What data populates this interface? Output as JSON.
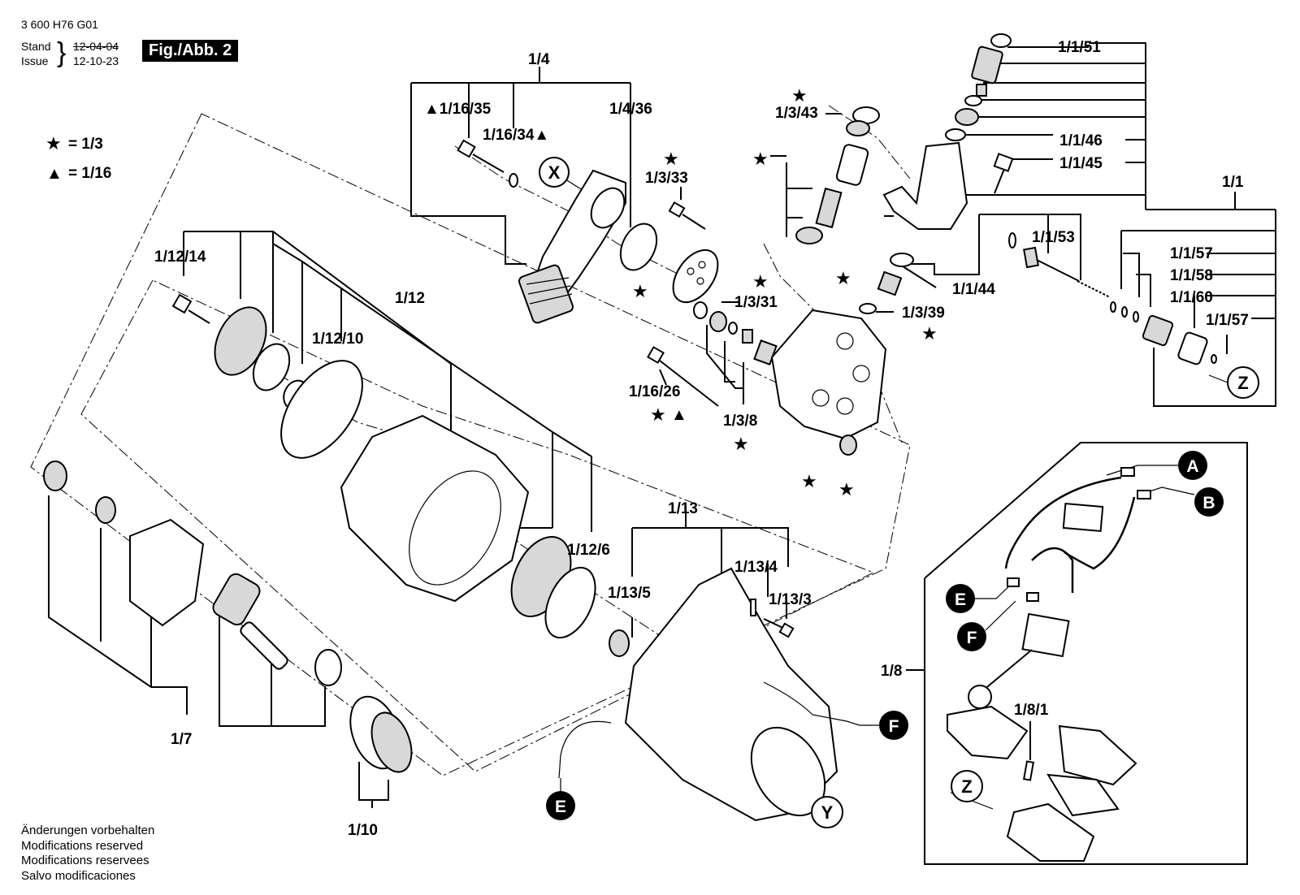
{
  "header": {
    "doc_number": "3 600 H76 G01",
    "stand_label": "Stand",
    "issue_label": "Issue",
    "stand_date": "12-04-04",
    "issue_date": "12-10-23",
    "figure_label": "Fig./Abb. 2"
  },
  "legend": {
    "star_symbol": "★",
    "star_value": "= 1/3",
    "triangle_symbol": "▲",
    "triangle_value": "= 1/16"
  },
  "labels": {
    "l_1_4": "1/4",
    "l_1_16_35": "▲1/16/35",
    "l_1_16_34": "1/16/34▲",
    "l_1_4_36": "1/4/36",
    "l_1_3_33": "1/3/33",
    "l_1_3_43": "1/3/43",
    "l_1_1_51": "1/1/51",
    "l_1_1_46": "1/1/46",
    "l_1_1_45": "1/1/45",
    "l_1_1": "1/1",
    "l_1_1_53": "1/1/53",
    "l_1_1_44": "1/1/44",
    "l_1_1_57a": "1/1/57",
    "l_1_1_58": "1/1/58",
    "l_1_1_60": "1/1/60",
    "l_1_1_57b": "1/1/57",
    "l_1_12_14": "1/12/14",
    "l_1_12": "1/12",
    "l_1_12_10": "1/12/10",
    "l_1_3_31": "1/3/31",
    "l_1_3_39": "1/3/39",
    "l_1_16_26": "1/16/26",
    "l_1_3_8": "1/3/8",
    "l_1_13": "1/13",
    "l_1_12_6": "1/12/6",
    "l_1_13_4": "1/13/4",
    "l_1_13_5": "1/13/5",
    "l_1_13_3": "1/13/3",
    "l_1_7": "1/7",
    "l_1_10": "1/10",
    "l_1_8": "1/8",
    "l_1_8_1": "1/8/1"
  },
  "markers": {
    "x": "X",
    "y": "Y",
    "z1": "Z",
    "z2": "Z",
    "a": "A",
    "b": "B",
    "e1": "E",
    "f1": "F",
    "e2": "E",
    "f2": "F"
  },
  "footer": {
    "line1": "Änderungen vorbehalten",
    "line2": "Modifications reserved",
    "line3": "Modifications reservees",
    "line4": "Salvo modificaciones"
  }
}
